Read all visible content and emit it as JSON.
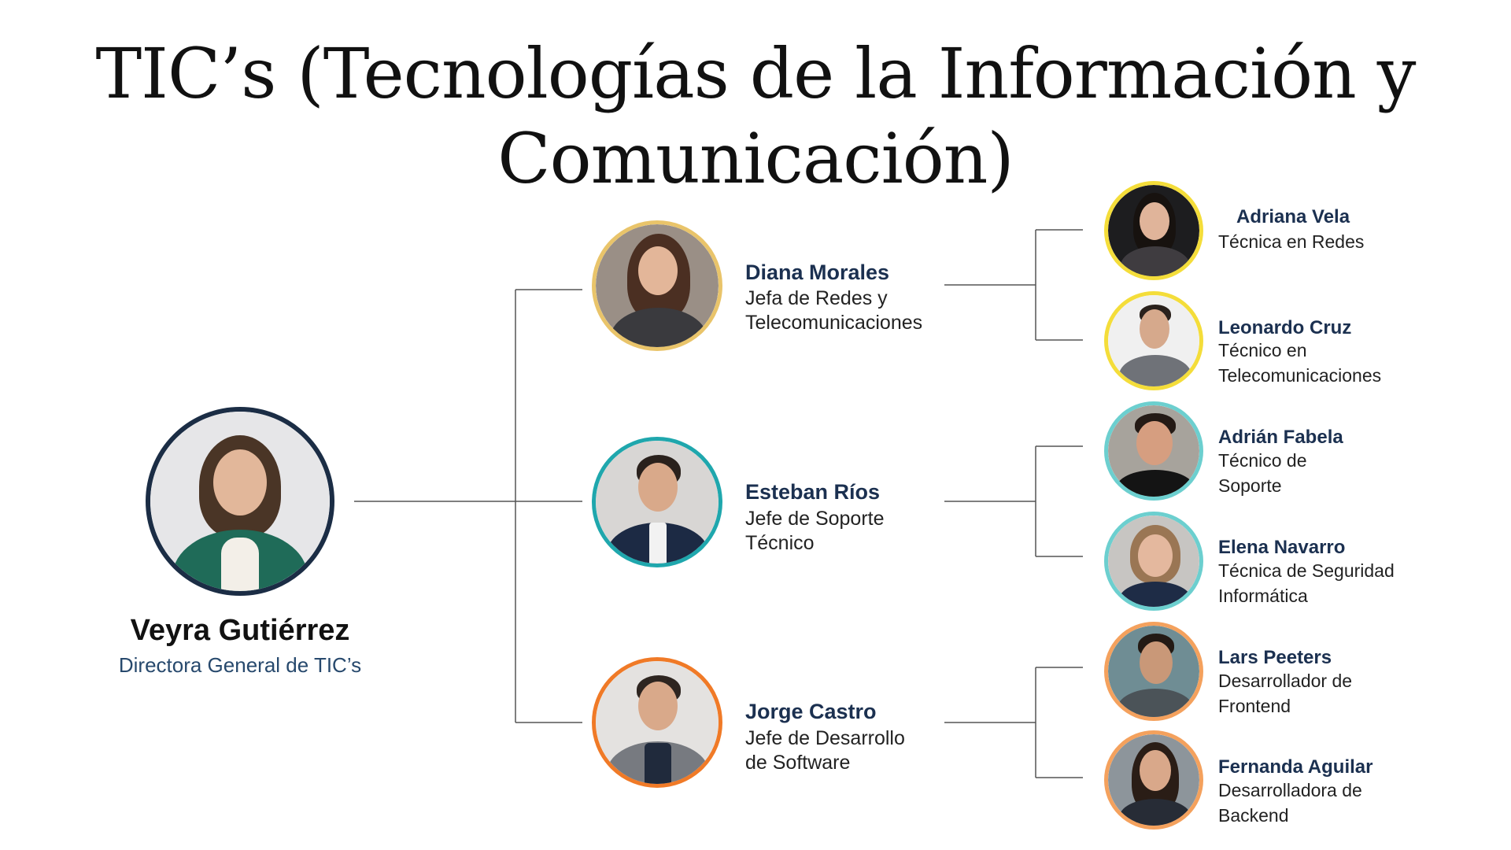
{
  "title": {
    "line1": "TIC’s (Tecnologías de la Información y",
    "line2": "Comunicación)"
  },
  "colors": {
    "root_ring": "#1b2d45",
    "networks_ring": "#e9c46a",
    "networks_leaf_ring": "#f4dd3a",
    "support_ring": "#1fa7ad",
    "support_leaf_ring": "#6ccfcf",
    "software_ring": "#f07a27",
    "software_leaf_ring": "#f4a15d",
    "name_text": "#1b3050",
    "root_role_text": "#27496d"
  },
  "root": {
    "name": "Veyra Gutiérrez",
    "role": "Directora General de TIC’s"
  },
  "managers": [
    {
      "name": "Diana Morales",
      "role_lines": [
        "Jefa de Redes y",
        "Telecomunicaciones"
      ],
      "reports": [
        {
          "name": "Adriana Vela",
          "role_lines": [
            "Técnica en Redes"
          ]
        },
        {
          "name": "Leonardo Cruz",
          "role_lines": [
            "Técnico en",
            "Telecomunicaciones"
          ]
        }
      ]
    },
    {
      "name": "Esteban Ríos",
      "role_lines": [
        "Jefe de Soporte",
        "Técnico"
      ],
      "reports": [
        {
          "name": "Adrián Fabela",
          "role_lines": [
            "Técnico de",
            "Soporte"
          ]
        },
        {
          "name": "Elena Navarro",
          "role_lines": [
            "Técnica de Seguridad",
            "Informática"
          ]
        }
      ]
    },
    {
      "name": "Jorge Castro",
      "role_lines": [
        "Jefe de Desarrollo",
        "de Software"
      ],
      "reports": [
        {
          "name": "Lars Peeters",
          "role_lines": [
            "Desarrollador de",
            "Frontend"
          ]
        },
        {
          "name": "Fernanda Aguilar",
          "role_lines": [
            "Desarrolladora de",
            "Backend"
          ]
        }
      ]
    }
  ]
}
